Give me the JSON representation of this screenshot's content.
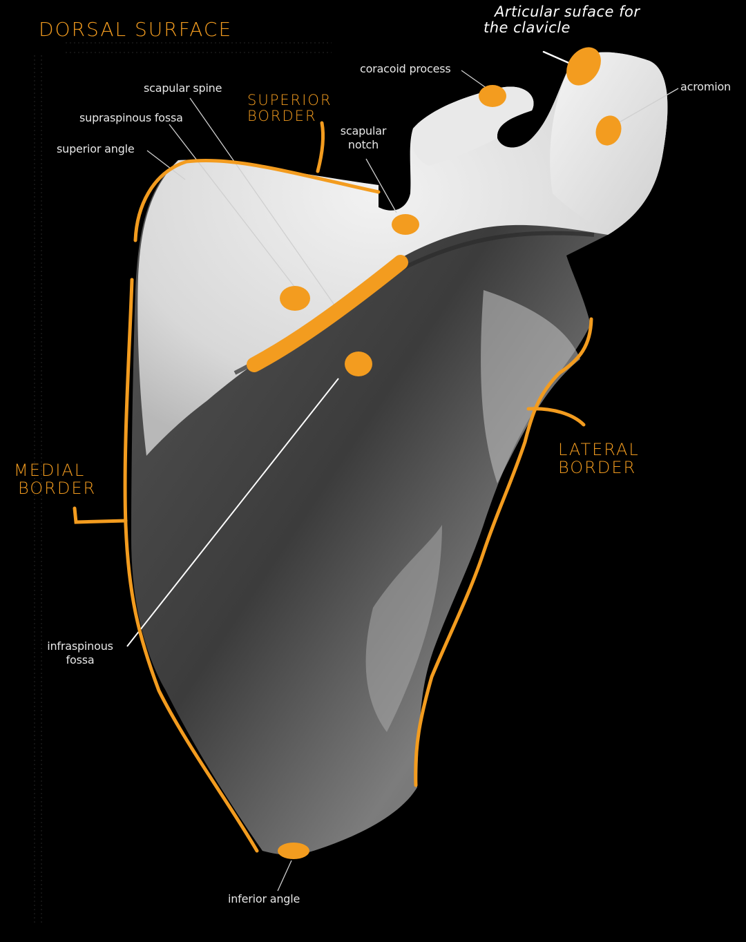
{
  "title": "DORSAL SURFACE",
  "colors": {
    "background": "#000000",
    "annotation_orange": "#f39c1f",
    "label_text": "#e8e8e8",
    "bone_light": "#e6e6e6",
    "bone_dark": "#4a4a4a"
  },
  "handwritten_labels": {
    "superior_border": [
      "SUPERIOR",
      "BORDER"
    ],
    "medial_border": [
      "MEDIAL",
      "BORDER"
    ],
    "lateral_border": [
      "LATERAL",
      "BORDER"
    ],
    "articular_surface": [
      "Articular suface for",
      "the clavicle"
    ]
  },
  "printed_labels": {
    "coracoid_process": "coracoid process",
    "acromion": "acromion",
    "scapular_spine": "scapular spine",
    "supraspinous_fossa": "supraspinous fossa",
    "superior_angle": "superior angle",
    "scapular_notch": [
      "scapular",
      "notch"
    ],
    "infraspinous_fossa": [
      "infraspinous",
      "fossa"
    ],
    "inferior_angle": "inferior angle"
  }
}
